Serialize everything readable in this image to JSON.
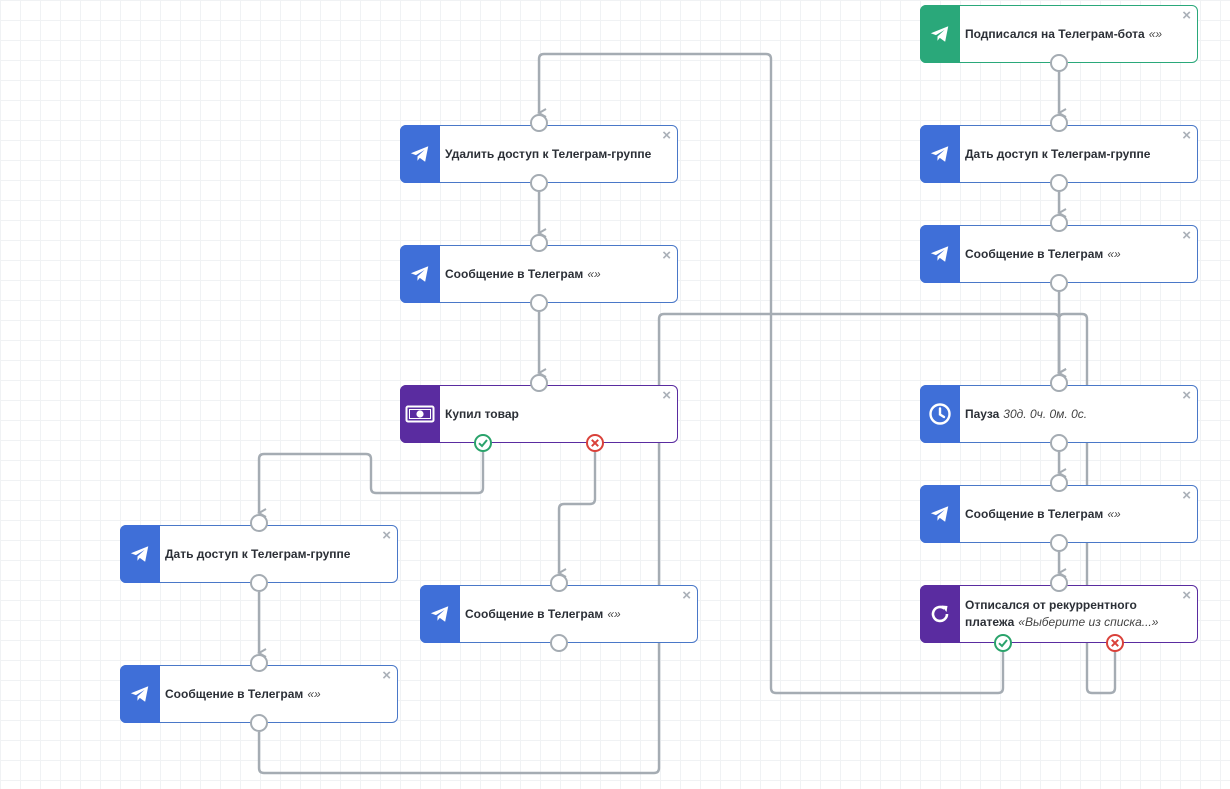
{
  "nodes": [
    {
      "id": "subscribed",
      "kind": "green",
      "icon": "telegram-icon",
      "label": "Подписался на Телеграм-бота",
      "quote": "«»"
    },
    {
      "id": "give-access-right",
      "kind": "blue",
      "icon": "telegram-icon",
      "label": "Дать доступ к Телеграм-группе",
      "quote": ""
    },
    {
      "id": "message-right-1",
      "kind": "blue",
      "icon": "telegram-icon",
      "label": "Сообщение в Телеграм",
      "quote": "«»"
    },
    {
      "id": "pause",
      "kind": "blue",
      "icon": "clock-icon",
      "label": "Пауза",
      "quote": "30д. 0ч. 0м. 0с."
    },
    {
      "id": "message-right-2",
      "kind": "blue",
      "icon": "telegram-icon",
      "label": "Сообщение в Телеграм",
      "quote": "«»"
    },
    {
      "id": "unsubscribed",
      "kind": "purple",
      "icon": "refresh-icon",
      "label": "Отписался от рекуррентного платежа",
      "quote": "«Выберите из списка...»"
    },
    {
      "id": "remove-access",
      "kind": "blue",
      "icon": "telegram-icon",
      "label": "Удалить доступ к Телеграм-группе",
      "quote": ""
    },
    {
      "id": "message-mid-1",
      "kind": "blue",
      "icon": "telegram-icon",
      "label": "Сообщение в Телеграм",
      "quote": "«»"
    },
    {
      "id": "bought",
      "kind": "purple",
      "icon": "money-icon",
      "label": "Купил товар",
      "quote": ""
    },
    {
      "id": "give-access-left",
      "kind": "blue",
      "icon": "telegram-icon",
      "label": "Дать доступ к Телеграм-группе",
      "quote": ""
    },
    {
      "id": "message-left",
      "kind": "blue",
      "icon": "telegram-icon",
      "label": "Сообщение в Телеграм",
      "quote": "«»"
    },
    {
      "id": "message-mid-2",
      "kind": "blue",
      "icon": "telegram-icon",
      "label": "Сообщение в Телеграм",
      "quote": "«»"
    }
  ],
  "close_glyph": "×",
  "colors": {
    "blue": "#3f6fd8",
    "purple": "#5a2ca0",
    "green": "#2aa87a",
    "wire": "#a5acb3",
    "yes": "#2aa36b",
    "no": "#d9413a"
  }
}
